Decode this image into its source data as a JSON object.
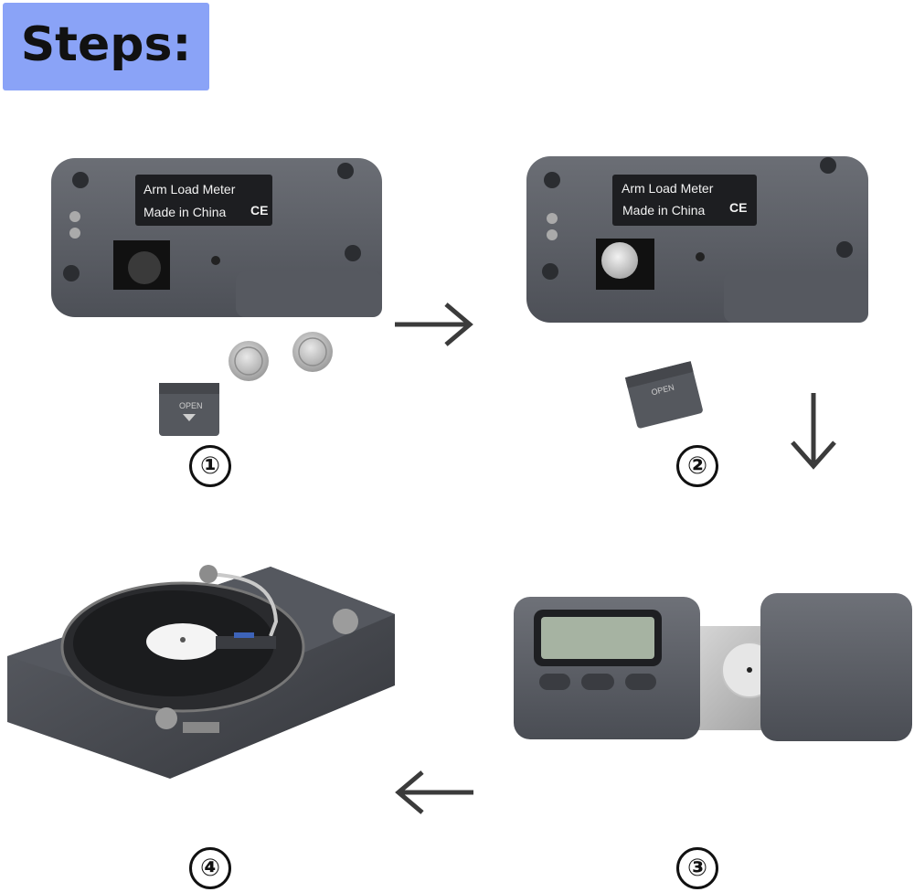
{
  "header": {
    "title": "Steps:"
  },
  "steps": [
    {
      "number": "①",
      "device": {
        "label_line1": "Arm Load Meter",
        "label_line2": "Made in China",
        "mark": "CE"
      },
      "cover_text": "OPEN"
    },
    {
      "number": "②",
      "device": {
        "label_line1": "Arm Load Meter",
        "label_line2": "Made in China",
        "mark": "CE"
      },
      "cover_text": "OPEN"
    },
    {
      "number": "③"
    },
    {
      "number": "④"
    }
  ],
  "colors": {
    "banner": "#8aa3f7",
    "device_body": "#5c5f66",
    "arrow": "#3b3b3b"
  },
  "icons": [
    "arrow-right-icon",
    "arrow-down-icon",
    "arrow-left-icon"
  ]
}
